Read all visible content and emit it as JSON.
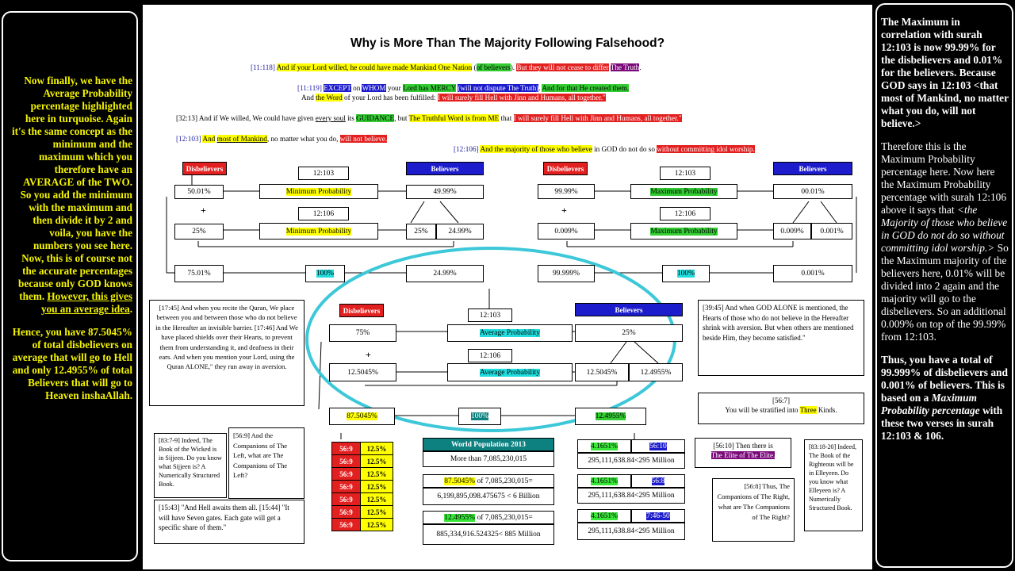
{
  "left_panel": {
    "p1": "Now finally, we have the Average Probability percentage highlighted here in turquoise. Again it's the same concept as the minimum and the maximum which you therefore have an AVERAGE of the TWO. So you add the minimum with the maximum and then divide it by 2 and voila, you have the numbers you see here. Now, this is of course not the accurate percentages because only GOD knows them.",
    "p1_underlined": "However, this gives you an average idea",
    "p1_end": ".",
    "p2": "Hence, you have 87.5045% of total disbelievers on average that will go to Hell and only 12.4955% of total Believers that will go to Heaven inshaAllah."
  },
  "right_panel": {
    "p1": "The Maximum in correlation with surah 12:103 is now 99.99% for the disbelievers and 0.01% for the believers. Because GOD says in 12:103 <that most of Mankind, no matter what you do, will not believe.>",
    "p2_a": "Therefore this is the Maximum Probability percentage here. Now here the Maximum Probability percentage with surah 12:106 above it says that ",
    "p2_italic": "<the Majority of those who believe in GOD do not do so without committing idol worship.>",
    "p2_b": " So the Maximum majority of the believers here, 0.01% will be divided into 2 again and the majority will go to the disbelievers. So an additional 0.009% on top of the 99.99% from 12:103.",
    "p3_a": " Thus, you have a total of 99.999% of disbelievers and 0.001% of believers. This is based on a ",
    "p3_italic": "Maximum Probability percentage",
    "p3_b": " with these two verses in surah 12:103 & 106."
  },
  "main": {
    "title": "Why is More Than The Majority Following Falsehood?",
    "q1": {
      "ref": "[11:118]",
      "a": "And if your Lord willed, he could have made Mankind One Nation",
      "b": "of believers",
      "c": "But they will not cease to differ",
      "d": "The Truth"
    },
    "q2": {
      "ref": "[11:119]",
      "a": "EXCEPT",
      "b": "on",
      "c": "WHOM",
      "d": "your",
      "e": "Lord has MERCY",
      "f": "(will not dispute The Truth)",
      "g": "And for that He created them.",
      "h": "And",
      "i": "the Word",
      "j": "of your Lord has been fulfilled:",
      "k": "I will surely fill Hell with Jinn and Humans, all together.\""
    },
    "q3": {
      "ref": "[32:13]",
      "a": "And if We willed, We could have given",
      "b": "every soul",
      "c": "its",
      "d": "GUIDANCE",
      "e": ", but",
      "f": "The Truthful Word is from ME",
      "g": "that",
      "h": "I will surely fill Hell with Jinn and Humans, all together.\""
    },
    "q4": {
      "ref": "[12:103]",
      "a": "And",
      "b": "most of Mankind",
      "c": ", no matter what you do,",
      "d": "will not believe."
    },
    "q5": {
      "ref": "[12:106]",
      "a": "And the majority of those who believe",
      "b": "in GOD",
      "c": "do not do so",
      "d": "without committing idol worship."
    },
    "labels": {
      "disbelievers": "Disbelievers",
      "believers": "Believers",
      "ref_103": "12:103",
      "ref_106": "12:106",
      "min_prob": "Minimum Probability",
      "max_prob": "Maximum Probability",
      "avg_prob": "Average Probability",
      "plus": "+"
    },
    "min": {
      "d1": "50.01%",
      "b1": "49.99%",
      "d2": "25%",
      "b2a": "25%",
      "b2b": "24.99%",
      "total_d": "75.01%",
      "total": "100%",
      "total_b": "24.99%"
    },
    "max": {
      "d1": "99.99%",
      "b1": "00.01%",
      "d2": "0.009%",
      "b2a": "0.009%",
      "b2b": "0.001%",
      "total_d": "99.999%",
      "total": "100%",
      "total_b": "0.001%"
    },
    "avg": {
      "d1": "75%",
      "b1": "25%",
      "d2": "12.5045%",
      "b2a": "12.5045%",
      "b2b": "12.4955%",
      "total_d": "87.5045%",
      "total": "100%",
      "total_b": "12.4955%"
    },
    "note_17": {
      "text": "[17:45] And when you recite the Quran, We place between you and between those who do not believe in the Hereafter an invisible barrier. [17:46] And We have placed shields over their Hearts, to prevent them from understanding it, and deafness in their ears. And when you mention your Lord, using the Quran ALONE,\" they run away in aversion."
    },
    "note_39": {
      "text": "[39:45] And when GOD ALONE is mentioned, the Hearts of those who do not believe in the Hereafter shrink with aversion. But when others are mentioned beside Him, they become satisfied.\""
    },
    "note_567": {
      "ref": "[56:7]",
      "text": "You will be stratified into",
      "hl": "Three",
      "end": "Kinds."
    },
    "note_83": {
      "text": "[83:7-9] Indeed, The Book of the Wicked is in Sijjeen. Do you know what Sijjeen is? A Numerically Structured Book."
    },
    "note_569": {
      "text": "[56:9] And the Companions of The Left, what are The Companions of The Left?"
    },
    "note_15": {
      "text": "[15:43] \"And Hell awaits them all. [15:44] \"It will have Seven gates. Each gate will get a specific share of them.\""
    },
    "table_left": {
      "rows": [
        [
          "56:9",
          "12.5%"
        ],
        [
          "56:9",
          "12.5%"
        ],
        [
          "56:9",
          "12.5%"
        ],
        [
          "56:9",
          "12.5%"
        ],
        [
          "56:9",
          "12.5%"
        ],
        [
          "56:9",
          "12.5%"
        ],
        [
          "56:9",
          "12.5%"
        ]
      ]
    },
    "world": {
      "title": "World Population 2013",
      "sub": "More than 7,085,230,015",
      "d_pct": "87.5045%",
      "d_of": "of 7,085,230,015=",
      "d_val": "6,199,895,098.475675 < 6 Billion",
      "b_pct": "12.4955%",
      "b_of": "of 7,085,230,015=",
      "b_val": "885,334,916.524325< 885 Million"
    },
    "right_table": [
      {
        "pct": "4.1651%",
        "ref": "56:10",
        "val": "295,111,638.84<295 Million"
      },
      {
        "pct": "4.1651%",
        "ref": "56:8",
        "val": "295,111,638.84<295 Million"
      },
      {
        "pct": "4.1651%",
        "ref": "7:46-50",
        "val": "295,111,638.84<295 Million"
      }
    ],
    "note_5610": {
      "ref": "[56:10]",
      "a": "Then there is",
      "b": "The Elite of The Elite."
    },
    "note_5618": {
      "text": "[83:18-20] Indeed, The Book of the Righteous will be in Elleyeen. Do you know what Elleyeen is? A Numerically Structured Book."
    },
    "note_568": {
      "text": "[56:8] Thus, The Companions of The Right, what are The Companions of The Right?"
    }
  },
  "colors": {
    "yellow": "#ffff00",
    "green": "#33cc33",
    "red": "#e32020",
    "blue": "#1c1ccc",
    "turquoise": "#22dddd",
    "ellipse": "#3cc8d8"
  }
}
